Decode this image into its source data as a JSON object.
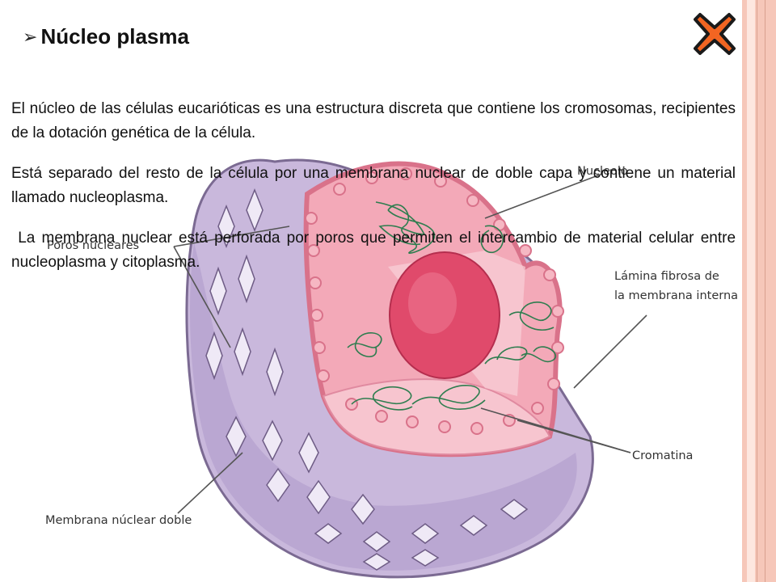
{
  "slide": {
    "title": "Núcleo plasma",
    "bullet_icon": "arrow-bullet-icon",
    "close_icon": "close-x-icon",
    "paragraphs": [
      "El núcleo de las células eucarióticas es una estructura discreta que contiene los cromosomas, recipientes de la dotación genética de la célula.",
      "Está separado del resto de la célula por una membrana nuclear de doble capa y contiene un material llamado nucleoplasma.",
      " La membrana nuclear está perforada por poros que permiten el intercambio de material celular entre nucleoplasma y citoplasma."
    ]
  },
  "diagram": {
    "labels": {
      "nucleolo": "Nucleolo",
      "poros": "Poros nucleares",
      "lamina_1": "Lámina fibrosa de",
      "lamina_2": "la membrana interna",
      "cromatina": "Cromatina",
      "membrana": "Membrana núclear doble"
    }
  },
  "colors": {
    "accent_border": "#f6c7b9",
    "close_fill": "#f26522",
    "outer_membrane": "#c9b8dc",
    "inner_pink": "#f3a9b8",
    "nucleolus": "#e04a6b",
    "chromatin": "#2e7d4f"
  }
}
